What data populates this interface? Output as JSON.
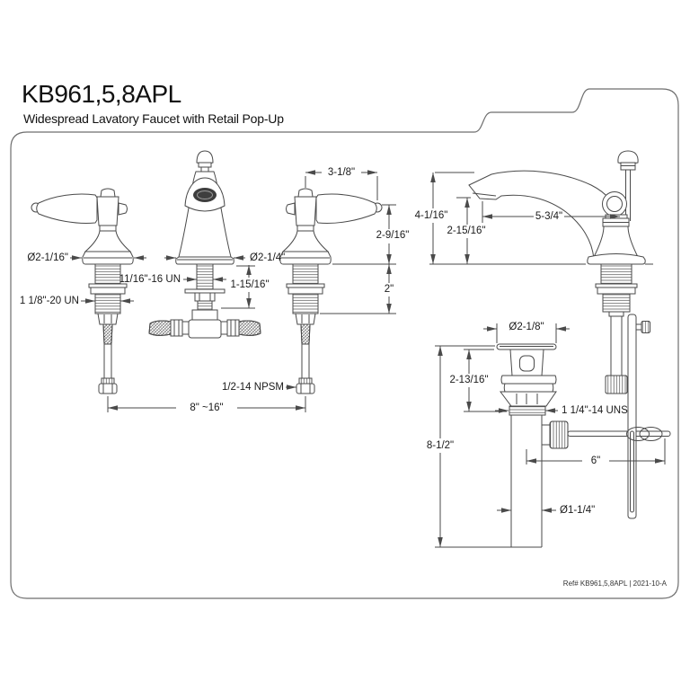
{
  "header": {
    "model": "KB961,5,8APL",
    "subtitle": "Widespread Lavatory Faucet with Retail Pop-Up"
  },
  "footer": {
    "ref": "Ref# KB961,5,8APL | 2021-10-A"
  },
  "views": {
    "front": {
      "dims": {
        "handle_length": "3-1/8\"",
        "handle_base_dia": "Ø2-1/16\"",
        "spout_base_dia": "Ø2-1/4\"",
        "spout_shank_thread": "11/16\"-16 UN",
        "spout_shank_length": "1-15/16\"",
        "handle_shank_thread": "1 1/8\"-20 UN",
        "handle_height": "2-9/16\"",
        "shank_below_deck": "2\"",
        "supply_connection": "1/2-14 NPSM",
        "faucet_spread": "8\" ~16\""
      }
    },
    "side": {
      "dims": {
        "spout_height": "4-1/16\"",
        "spout_reach": "5-3/4\"",
        "spout_clearance": "2-15/16\""
      }
    },
    "drain": {
      "dims": {
        "flange_dia": "Ø2-1/8\"",
        "top_height": "2-13/16\"",
        "body_thread": "1 1/4\"-14 UNS",
        "overall_height": "8-1/2\"",
        "pivot_rod_length": "6\"",
        "tailpiece_dia": "Ø1-1/4\""
      }
    }
  },
  "colors": {
    "line": "#4a4a4a",
    "text": "#1a1a1a",
    "border": "#6e6e6e",
    "aerator": "#3e3e3e",
    "background": "#ffffff"
  }
}
